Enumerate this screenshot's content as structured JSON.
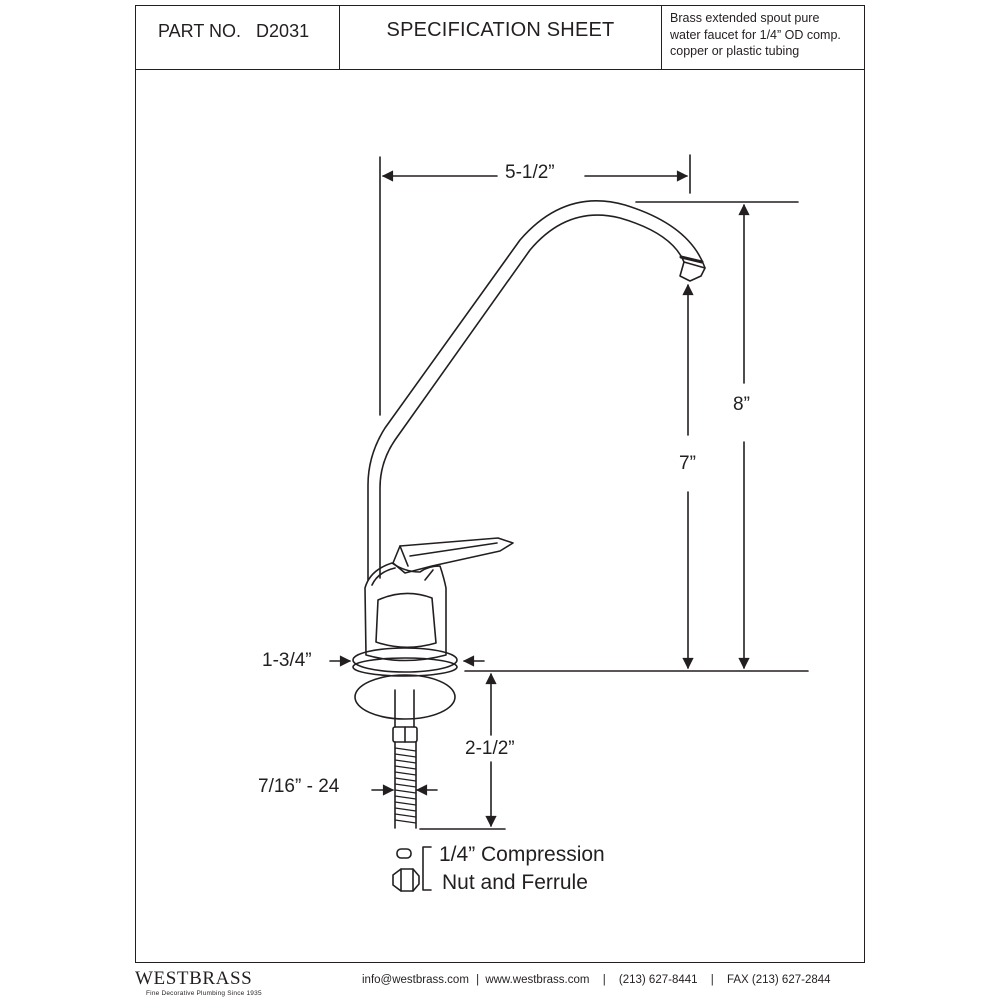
{
  "header": {
    "part_label": "PART NO.",
    "part_number": "D2031",
    "title": "SPECIFICATION SHEET",
    "description_lines": [
      "Brass extended spout pure",
      "water faucet for 1/4” OD comp.",
      "copper or plastic tubing"
    ]
  },
  "dimensions": {
    "spout_reach": "5-1/2”",
    "overall_height": "8”",
    "spout_height": "7”",
    "base_diameter": "1-3/4”",
    "shank_length": "2-1/2”",
    "thread": "7/16” - 24",
    "fitting_line1": "1/4” Compression",
    "fitting_line2": "Nut and Ferrule"
  },
  "footer": {
    "brand": "WESTBRASS",
    "tagline": "Fine Decorative Plumbing Since 1935",
    "email": "info@westbrass.com",
    "website": "www.westbrass.com",
    "phone": "(213) 627-8441",
    "fax": "FAX (213) 627-2844"
  }
}
